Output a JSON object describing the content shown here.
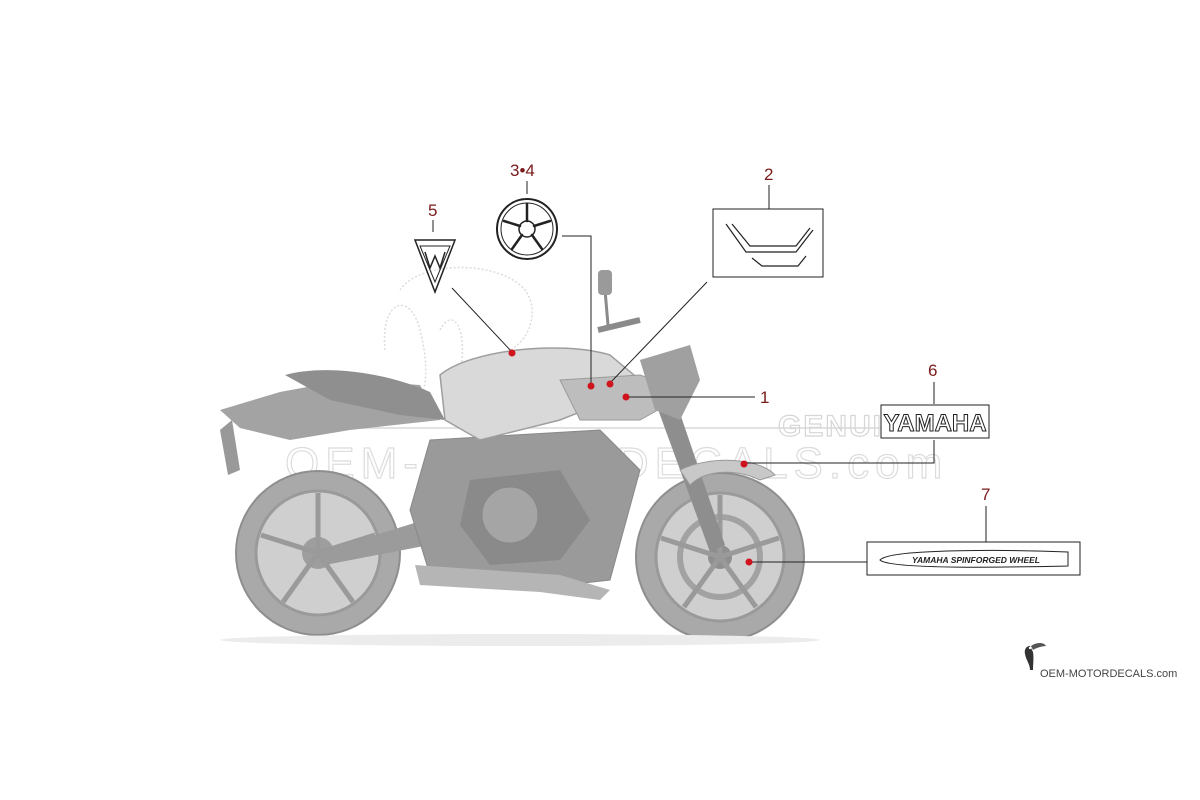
{
  "callouts": {
    "c1": "1",
    "c2": "2",
    "c34": "3•4",
    "c5": "5",
    "c6": "6",
    "c7": "7"
  },
  "decals": {
    "yamaha_word": "YAMAHA",
    "genuine_watermark": "GENUI",
    "spinforged_text": "YAMAHA SPINFORGED WHEEL"
  },
  "watermark": {
    "site": "OEM-MOTORDECALS.com"
  },
  "brand": {
    "logo_text": "OEM-MOTORDECALS.com"
  },
  "colors": {
    "callout_number": "#7a1a1a",
    "leader_dot": "#d0141e",
    "bike_body": "#b8b8b8",
    "line": "#222222"
  }
}
